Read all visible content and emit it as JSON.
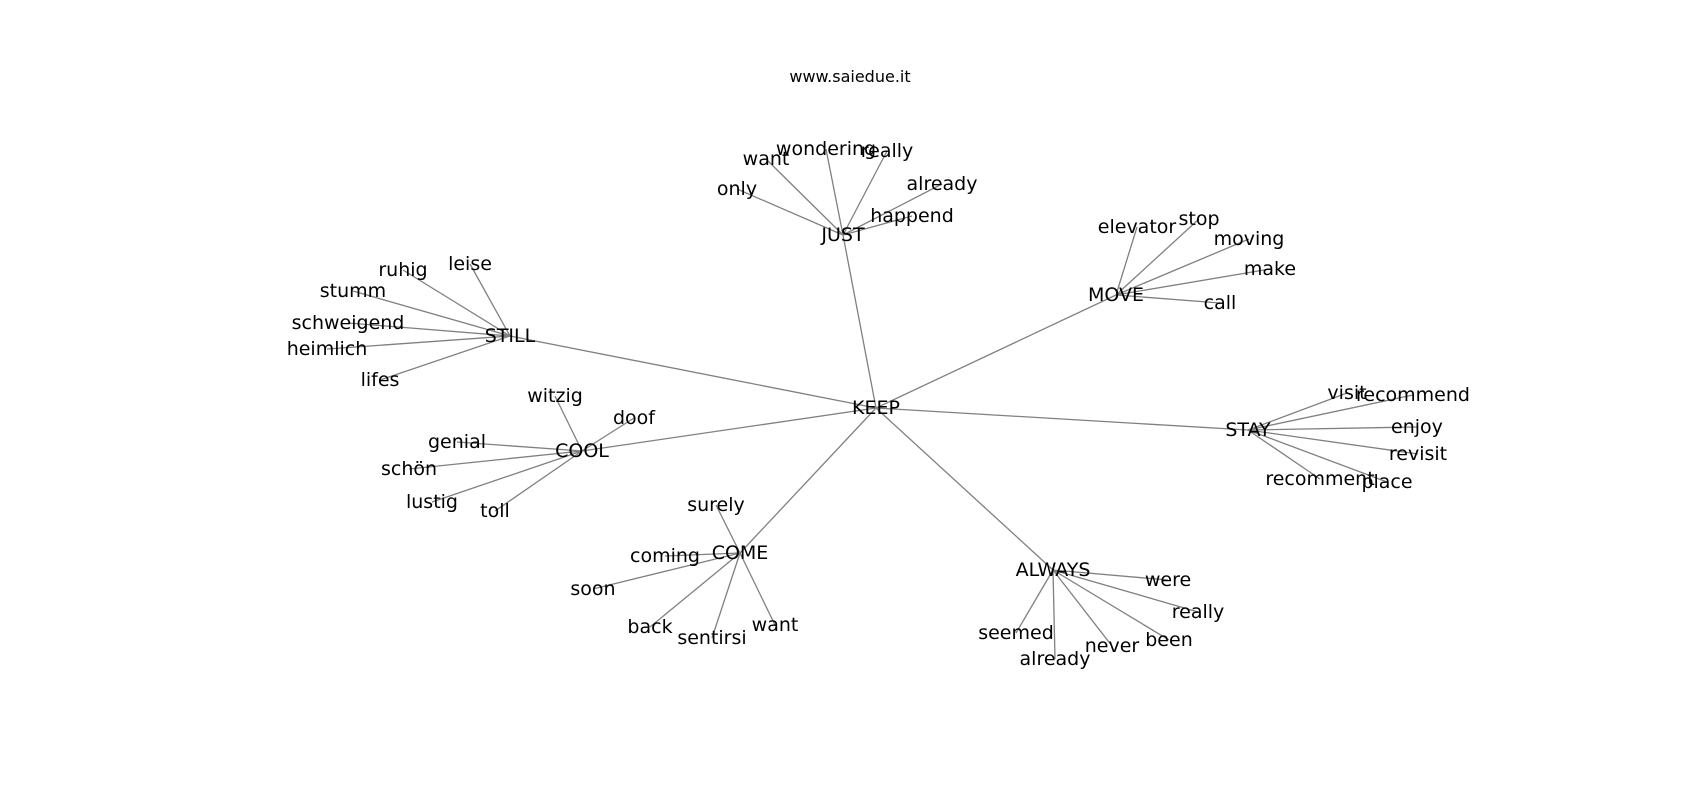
{
  "title": "www.saiedue.it",
  "colors": {
    "edge": "#808080",
    "text": "#000000",
    "background": "#ffffff"
  },
  "graph": {
    "root": "KEEP",
    "hubs": [
      {
        "id": "just",
        "label": "JUST",
        "leaves": [
          {
            "id": "just-only",
            "label": "only"
          },
          {
            "id": "just-want",
            "label": "want"
          },
          {
            "id": "just-wondering",
            "label": "wondering"
          },
          {
            "id": "just-really",
            "label": "really"
          },
          {
            "id": "just-already",
            "label": "already"
          },
          {
            "id": "just-happend",
            "label": "happend"
          }
        ]
      },
      {
        "id": "move",
        "label": "MOVE",
        "leaves": [
          {
            "id": "move-elevator",
            "label": "elevator"
          },
          {
            "id": "move-stop",
            "label": "stop"
          },
          {
            "id": "move-moving",
            "label": "moving"
          },
          {
            "id": "move-make",
            "label": "make"
          },
          {
            "id": "move-call",
            "label": "call"
          }
        ]
      },
      {
        "id": "still",
        "label": "STILL",
        "leaves": [
          {
            "id": "still-leise",
            "label": "leise"
          },
          {
            "id": "still-ruhig",
            "label": "ruhig"
          },
          {
            "id": "still-stumm",
            "label": "stumm"
          },
          {
            "id": "still-schweigend",
            "label": "schweigend"
          },
          {
            "id": "still-heimlich",
            "label": "heimlich"
          },
          {
            "id": "still-lifes",
            "label": "lifes"
          }
        ]
      },
      {
        "id": "cool",
        "label": "COOL",
        "leaves": [
          {
            "id": "cool-witzig",
            "label": "witzig"
          },
          {
            "id": "cool-doof",
            "label": "doof"
          },
          {
            "id": "cool-genial",
            "label": "genial"
          },
          {
            "id": "cool-schoen",
            "label": "schön"
          },
          {
            "id": "cool-lustig",
            "label": "lustig"
          },
          {
            "id": "cool-toll",
            "label": "toll"
          }
        ]
      },
      {
        "id": "stay",
        "label": "STAY",
        "leaves": [
          {
            "id": "stay-visit",
            "label": "visit"
          },
          {
            "id": "stay-recommend",
            "label": "recommend"
          },
          {
            "id": "stay-enjoy",
            "label": "enjoy"
          },
          {
            "id": "stay-revisit",
            "label": "revisit"
          },
          {
            "id": "stay-recomment",
            "label": "recomment"
          },
          {
            "id": "stay-place",
            "label": "place"
          }
        ]
      },
      {
        "id": "come",
        "label": "COME",
        "leaves": [
          {
            "id": "come-surely",
            "label": "surely"
          },
          {
            "id": "come-coming",
            "label": "coming"
          },
          {
            "id": "come-soon",
            "label": "soon"
          },
          {
            "id": "come-back",
            "label": "back"
          },
          {
            "id": "come-sentirsi",
            "label": "sentirsi"
          },
          {
            "id": "come-want",
            "label": "want"
          }
        ]
      },
      {
        "id": "always",
        "label": "ALWAYS",
        "leaves": [
          {
            "id": "always-were",
            "label": "were"
          },
          {
            "id": "always-really",
            "label": "really"
          },
          {
            "id": "always-been",
            "label": "been"
          },
          {
            "id": "always-never",
            "label": "never"
          },
          {
            "id": "always-already",
            "label": "already"
          },
          {
            "id": "always-seemed",
            "label": "seemed"
          }
        ]
      }
    ]
  }
}
